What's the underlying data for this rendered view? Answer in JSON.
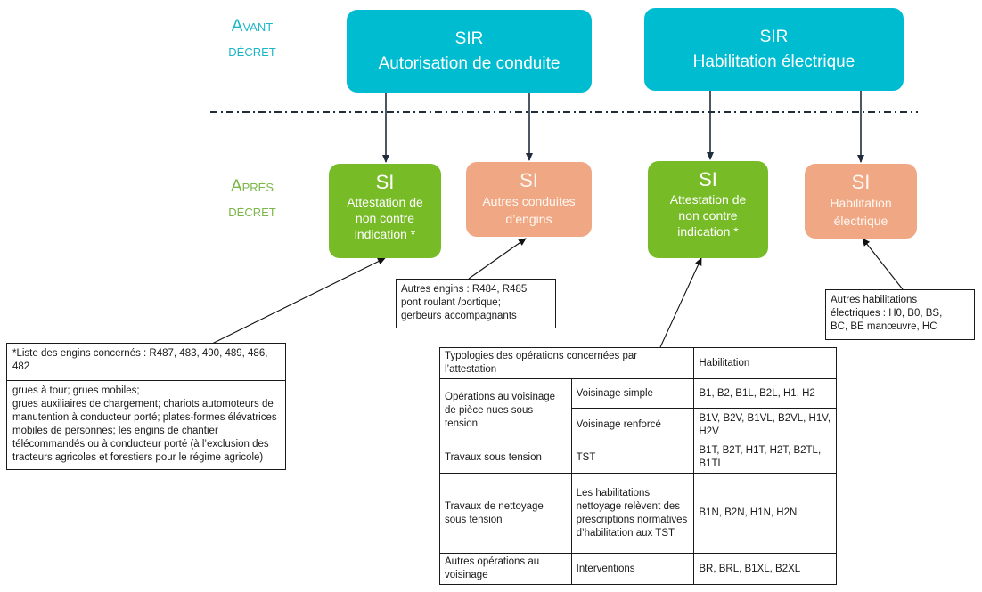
{
  "phases": {
    "avant": {
      "line1": "Avant",
      "line2": "décret",
      "color": "#1db6c8"
    },
    "apres": {
      "line1": "Après",
      "line2": "décret",
      "color": "#7ab648"
    }
  },
  "colors": {
    "sir_box": "#00bcd0",
    "si_attestation": "#77bb26",
    "si_autres": "#f0a884",
    "connector": "#1f2d3d"
  },
  "sir_boxes": [
    {
      "title": "SIR",
      "subtitle": "Autorisation de conduite"
    },
    {
      "title": "SIR",
      "subtitle": "Habilitation électrique"
    }
  ],
  "si_boxes": [
    {
      "title": "SI",
      "lines": [
        "Attestation de",
        "non contre",
        "indication *"
      ]
    },
    {
      "title": "SI",
      "lines": [
        "Autres conduites",
        "d’engins"
      ]
    },
    {
      "title": "SI",
      "lines": [
        "Attestation de",
        "non contre",
        "indication *"
      ]
    },
    {
      "title": "SI",
      "lines": [
        "Habilitation",
        "électrique"
      ]
    }
  ],
  "notes": {
    "autres_engins": [
      "Autres engins : R484, R485",
      "pont roulant /portique;",
      "gerbeurs accompagnants"
    ],
    "autres_habilitations": [
      "Autres habilitations",
      "électriques : H0, B0, BS,",
      "BC, BE manœuvre, HC"
    ]
  },
  "engins_list": {
    "header": "*Liste des engins concernés : R487, 483, 490, 489, 486, 482",
    "body_lines": [
      "grues à tour; grues mobiles;",
      "grues auxiliaires de chargement; chariots automoteurs de manutention à conducteur porté; plates-formes élévatrices mobiles de personnes; les engins de chantier télécommandés ou à conducteur porté (à l’exclusion des tracteurs agricoles et forestiers pour le régime agricole)"
    ]
  },
  "operations_table": {
    "header": {
      "typologies": "Typologies des opérations concernées par l’attestation",
      "habilitation": "Habilitation"
    },
    "rows": [
      {
        "category": "Opérations au voisinage de pièce nues sous tension",
        "type": "Voisinage simple",
        "habilitation": "B1, B2, B1L, B2L, H1, H2"
      },
      {
        "category": "",
        "type": "Voisinage renforcé",
        "habilitation": "B1V, B2V, B1VL, B2VL, H1V, H2V"
      },
      {
        "category": "Travaux sous tension",
        "type": "TST",
        "habilitation": "B1T, B2T, H1T, H2T, B2TL, B1TL"
      },
      {
        "category": "Travaux de nettoyage sous tension",
        "type": "Les habilitations nettoyage relèvent des prescriptions normatives d’habilitation aux TST",
        "habilitation": "B1N, B2N, H1N, H2N"
      },
      {
        "category": "Autres opérations au voisinage",
        "type": "Interventions",
        "habilitation": "BR, BRL, B1XL, B2XL"
      }
    ]
  }
}
